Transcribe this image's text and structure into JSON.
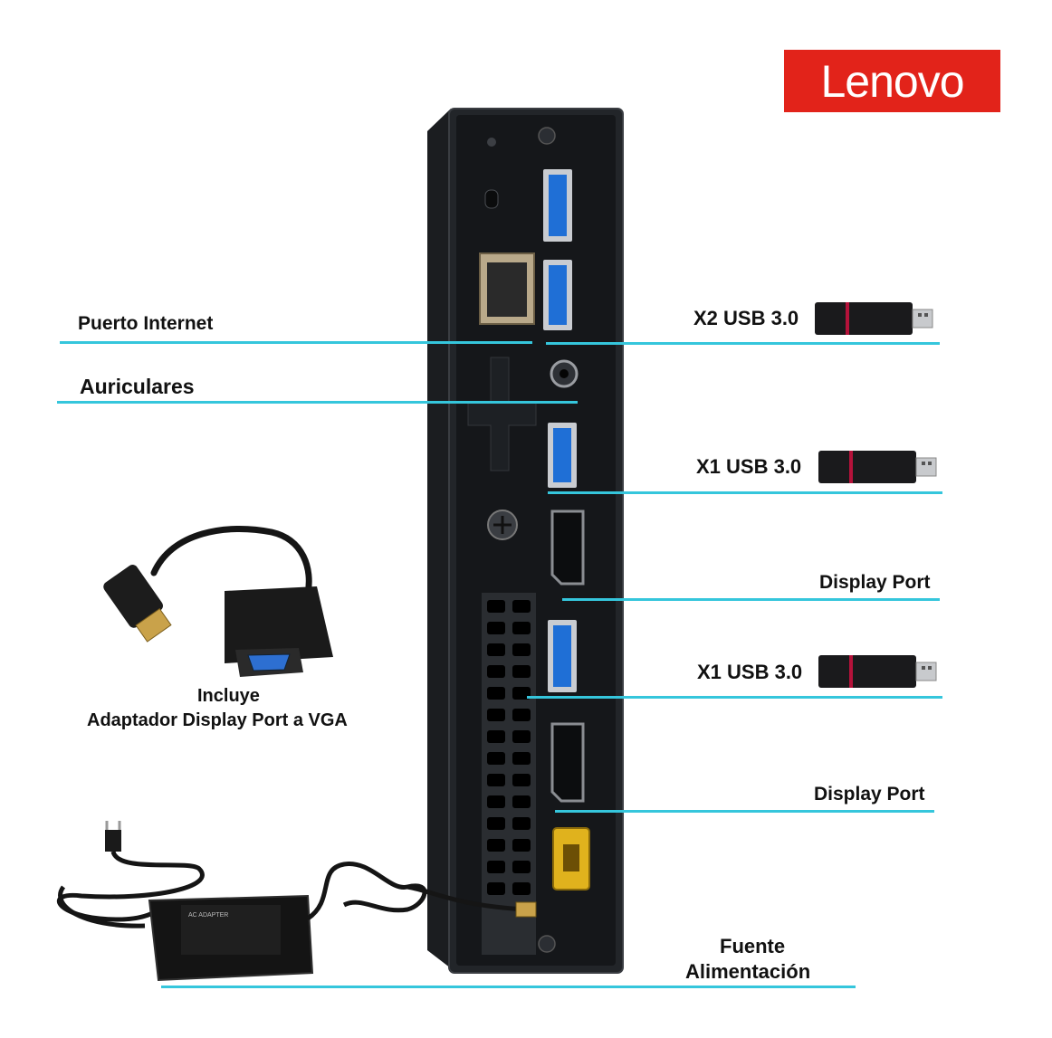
{
  "brand": {
    "logo_text": "Lenovo",
    "logo_color": "#e2231a"
  },
  "accent_color": "#35c6dc",
  "labels": {
    "puerto_internet": "Puerto Internet",
    "auriculares": "Auriculares",
    "usb_top": "X2 USB 3.0",
    "usb_mid": "X1 USB 3.0",
    "display_port_1": "Display Port",
    "usb_low": "X1 USB 3.0",
    "display_port_2": "Display Port",
    "fuente_line1": "Fuente",
    "fuente_line2": "Alimentación",
    "incluye": "Incluye",
    "adaptador": "Adaptador Display Port a VGA"
  },
  "icons": [
    "usb-flash-drive-icon",
    "displayport-vga-adapter-icon",
    "ac-power-adapter-icon",
    "mini-pc-rear-panel-icon"
  ]
}
